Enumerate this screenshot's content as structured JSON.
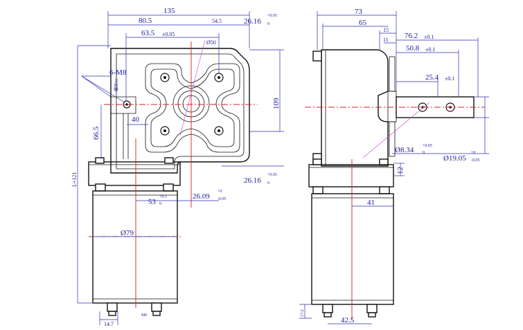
{
  "dimensions": {
    "top_width": "135",
    "width_80_5": "80.5",
    "width_54_5": "54.5",
    "width_26_16_top": "26.16",
    "tol_26_16_top": "+0.05",
    "tol_26_16_top_lower": "0",
    "width_63_5": "63.5",
    "tol_63_5": "±0.05",
    "diameter_50": "Ø50",
    "thread_label": "6-M8",
    "thread_depth": "螺深16",
    "dim_40": "40",
    "dim_66_5": "66.5",
    "dim_109": "109",
    "dim_26_16_bottom": "26.16",
    "tol_26_16_bottom": "+0.05",
    "tol_26_16_bottom_lower": "0",
    "dim_53": "53",
    "tol_53_upper": "+0.1",
    "tol_53_lower": "0",
    "dim_26_09": "26.09",
    "tol_26_09_upper": "+0",
    "tol_26_09_lower": "-0.05",
    "diameter_79": "Ø79",
    "total_length": "L+121",
    "dim_14_7": "14.7",
    "m6_label": "M6",
    "side_73": "73",
    "side_65": "65",
    "side_15": "15",
    "side_11": "11",
    "side_76_2": "76.2",
    "tol_76_2": "±0.1",
    "side_50_8": "50.8",
    "tol_50_8": "±0.1",
    "side_25_4": "25.4",
    "tol_25_4": "±0.1",
    "side_8_34": "Ø8.34",
    "tol_8_34_upper": "+0.05",
    "tol_8_34_lower": "0",
    "side_19_05": "Ø19.05",
    "tol_19_05_upper": "+0",
    "tol_19_05_lower": "-0.05",
    "side_12": "12",
    "side_41": "41",
    "side_17_2": "17.2",
    "side_42_5": "42.5"
  },
  "colors": {
    "outline": "#111111",
    "dimension": "#1a1a9a",
    "centerline": "#e01818"
  }
}
